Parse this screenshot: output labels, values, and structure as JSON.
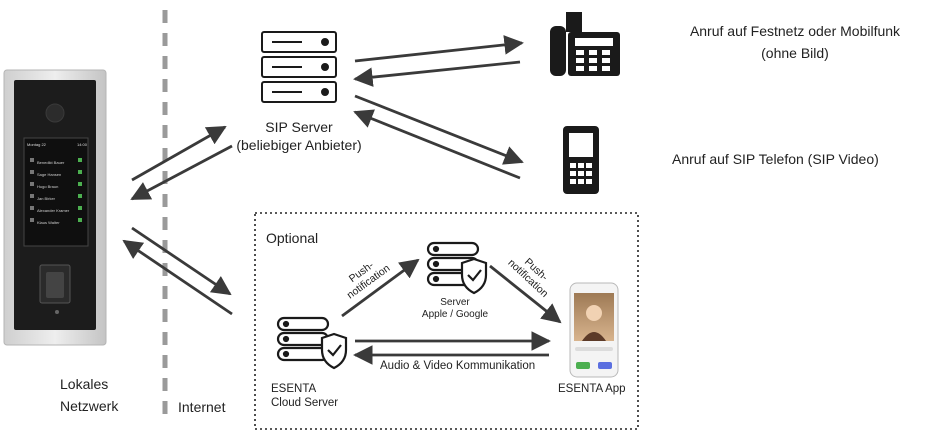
{
  "zones": {
    "local": [
      "Lokales",
      "Netzwerk"
    ],
    "internet": "Internet"
  },
  "sip_server": {
    "title": "SIP Server",
    "subtitle": "(beliebiger Anbieter)"
  },
  "destinations": {
    "landline_line1": "Anruf auf Festnetz oder Mobilfunk",
    "landline_line2": "(ohne Bild)",
    "sip_phone": "Anruf auf SIP Telefon (SIP Video)"
  },
  "optional_box": {
    "title": "Optional",
    "cloud_server": [
      "ESENTA",
      "Cloud Server"
    ],
    "push_left": [
      "Push-",
      "notification"
    ],
    "push_right": [
      "Push-",
      "notification"
    ],
    "apple_server": [
      "Server",
      "Apple / Google"
    ],
    "audio_video": "Audio & Video Kommunikation",
    "app": "ESENTA App"
  },
  "device_panel": {
    "date": "Montag 22",
    "time": "14:00",
    "contacts": [
      "Benedikt Bauer",
      "Sage Hansen",
      "Hugo Braun",
      "Jan Birker",
      "Alexander Kramer",
      "Klaus Walter"
    ]
  },
  "colors": {
    "arrow": "#3a3a3a",
    "dash": "#9a9a9a",
    "icon": "#1a1a1a",
    "green_accent": "#4caf50",
    "app_bg": "#c9a27b"
  }
}
